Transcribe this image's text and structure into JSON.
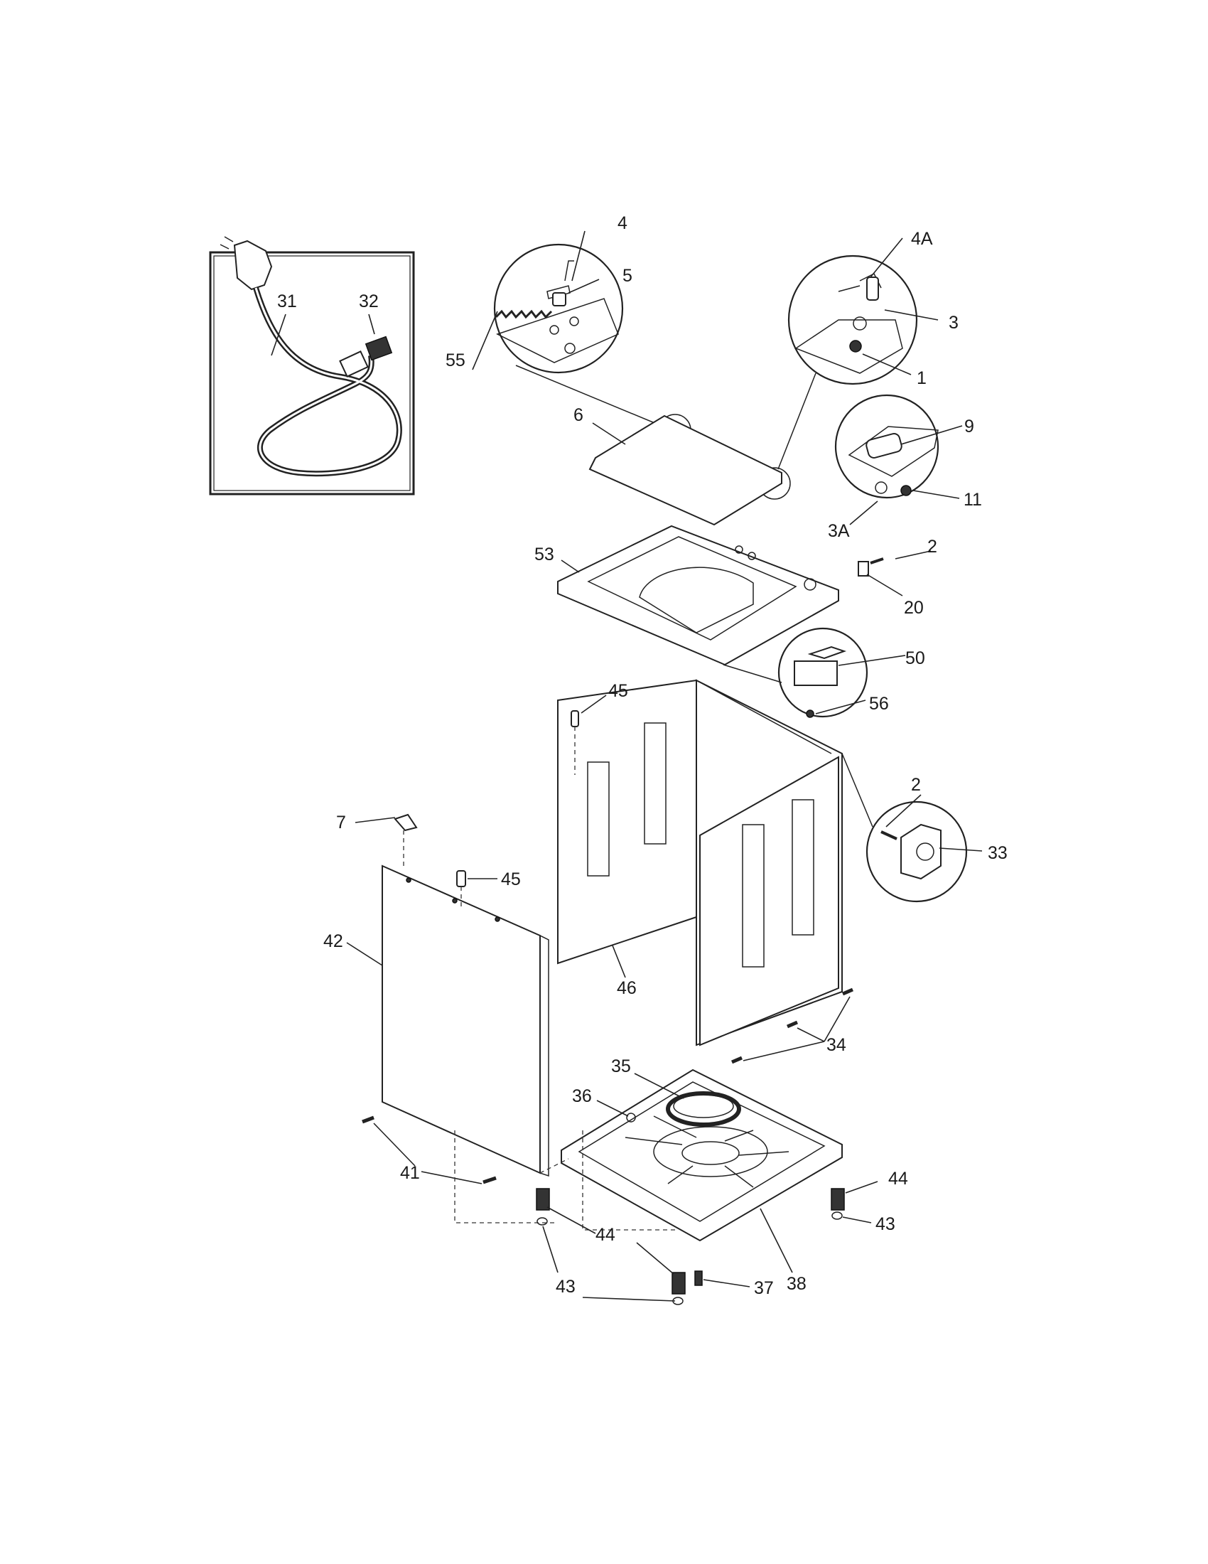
{
  "callouts": {
    "c1": "1",
    "c2a": "2",
    "c2b": "2",
    "c3": "3",
    "c3A": "3A",
    "c4": "4",
    "c4A": "4A",
    "c5": "5",
    "c6": "6",
    "c7": "7",
    "c9": "9",
    "c11": "11",
    "c20": "20",
    "c31": "31",
    "c32": "32",
    "c33": "33",
    "c34": "34",
    "c35": "35",
    "c36": "36",
    "c37": "37",
    "c38": "38",
    "c41": "41",
    "c42": "42",
    "c43a": "43",
    "c43b": "43",
    "c44a": "44",
    "c44b": "44",
    "c45a": "45",
    "c45b": "45",
    "c46": "46",
    "c50": "50",
    "c53": "53",
    "c55": "55",
    "c56": "56"
  }
}
